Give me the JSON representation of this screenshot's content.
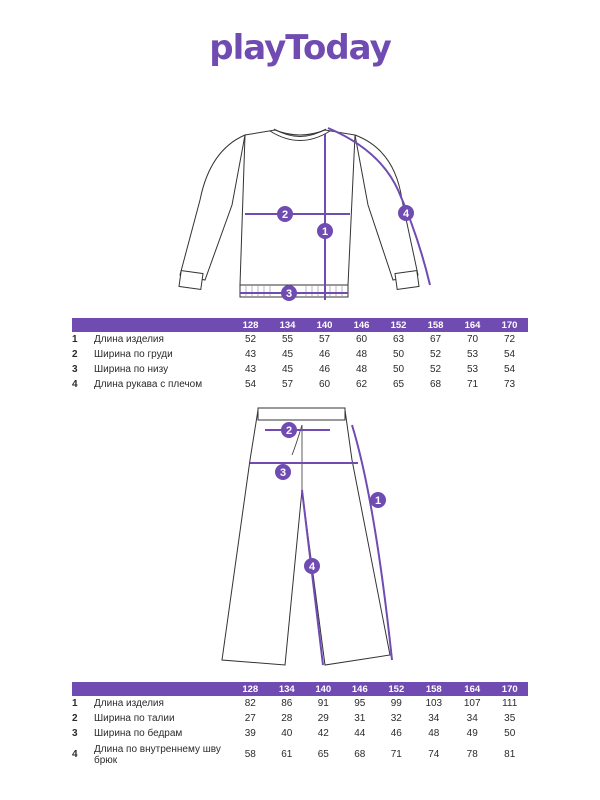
{
  "brand": {
    "logo": "playToday",
    "accent_color": "#6f4bb2"
  },
  "sweater": {
    "markers": [
      "1",
      "2",
      "3",
      "4"
    ],
    "table": {
      "sizes": [
        "128",
        "134",
        "140",
        "146",
        "152",
        "158",
        "164",
        "170"
      ],
      "rows": [
        {
          "num": "1",
          "label": "Длина изделия",
          "values": [
            "52",
            "55",
            "57",
            "60",
            "63",
            "67",
            "70",
            "72"
          ]
        },
        {
          "num": "2",
          "label": "Ширина по груди",
          "values": [
            "43",
            "45",
            "46",
            "48",
            "50",
            "52",
            "53",
            "54"
          ]
        },
        {
          "num": "3",
          "label": "Ширина по низу",
          "values": [
            "43",
            "45",
            "46",
            "48",
            "50",
            "52",
            "53",
            "54"
          ]
        },
        {
          "num": "4",
          "label": "Длина рукава с плечом",
          "values": [
            "54",
            "57",
            "60",
            "62",
            "65",
            "68",
            "71",
            "73"
          ]
        }
      ]
    }
  },
  "pants": {
    "markers": [
      "1",
      "2",
      "3",
      "4"
    ],
    "table": {
      "sizes": [
        "128",
        "134",
        "140",
        "146",
        "152",
        "158",
        "164",
        "170"
      ],
      "rows": [
        {
          "num": "1",
          "label": "Длина изделия",
          "values": [
            "82",
            "86",
            "91",
            "95",
            "99",
            "103",
            "107",
            "111"
          ]
        },
        {
          "num": "2",
          "label": "Ширина по талии",
          "values": [
            "27",
            "28",
            "29",
            "31",
            "32",
            "34",
            "34",
            "35"
          ]
        },
        {
          "num": "3",
          "label": "Ширина по бедрам",
          "values": [
            "39",
            "40",
            "42",
            "44",
            "46",
            "48",
            "49",
            "50"
          ]
        },
        {
          "num": "4",
          "label": "Длина по внутреннему шву брюк",
          "values": [
            "58",
            "61",
            "65",
            "68",
            "71",
            "74",
            "78",
            "81"
          ]
        }
      ]
    }
  }
}
